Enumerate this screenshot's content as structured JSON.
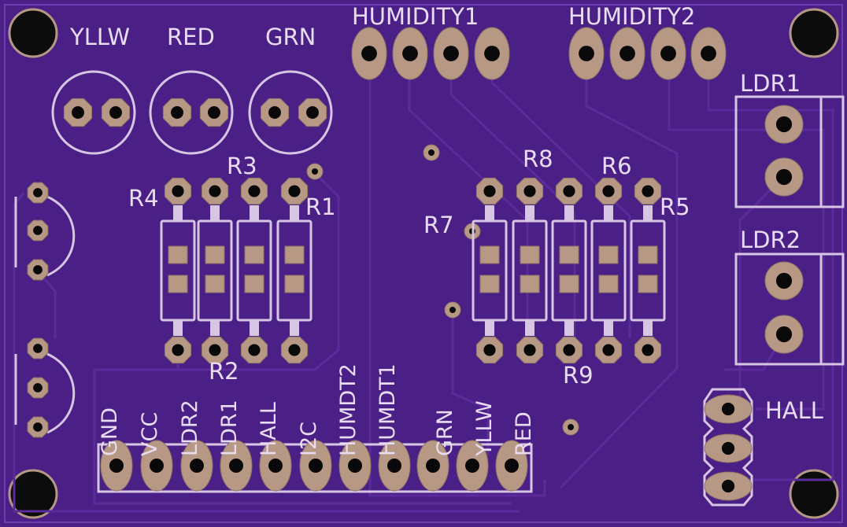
{
  "board": {
    "led_labels": [
      "YLLW",
      "RED",
      "GRN"
    ],
    "humidity_headers": [
      "HUMIDITY1",
      "HUMIDITY2"
    ],
    "resistors": [
      "R1",
      "R2",
      "R3",
      "R4",
      "R5",
      "R6",
      "R7",
      "R8",
      "R9"
    ],
    "ldr_labels": [
      "LDR1",
      "LDR2"
    ],
    "hall_label": "HALL",
    "header_pins": [
      "GND",
      "VCC",
      "LDR2",
      "LDR1",
      "HALL",
      "I2C",
      "HUMDT2",
      "HUMDT1",
      "GRN",
      "YLLW",
      "RED"
    ],
    "colors": {
      "board": "#4a1f86",
      "silkscreen": "#e8dcf0",
      "copper_pad": "#b79884",
      "drill_hole": "#090909"
    }
  }
}
